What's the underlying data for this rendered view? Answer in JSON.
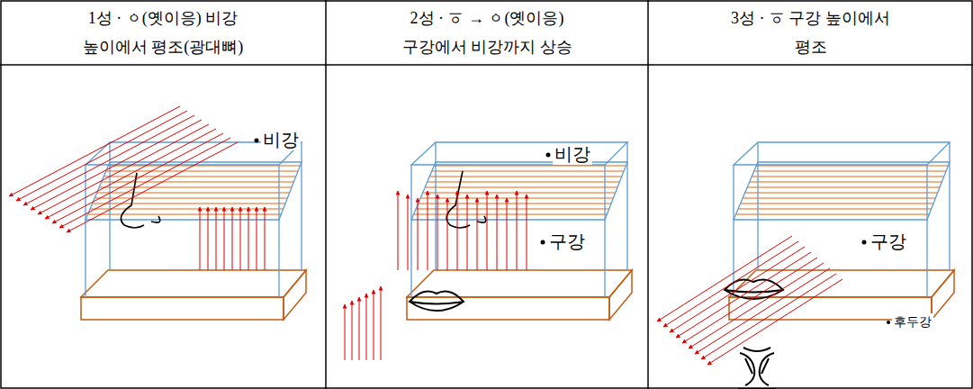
{
  "diagram": {
    "labels": [
      "1성 · ㆁ(옛이응) 비강 높이에서 평조(광대뼈)",
      "2성 · ㆆ → ㆁ(옛이응) 구강에서 비강까지 상승",
      "3성 · ㆆ 구강 높이에서 평조",
      "비강",
      "비강",
      "구강",
      "구강",
      "후두강"
    ]
  }
}
